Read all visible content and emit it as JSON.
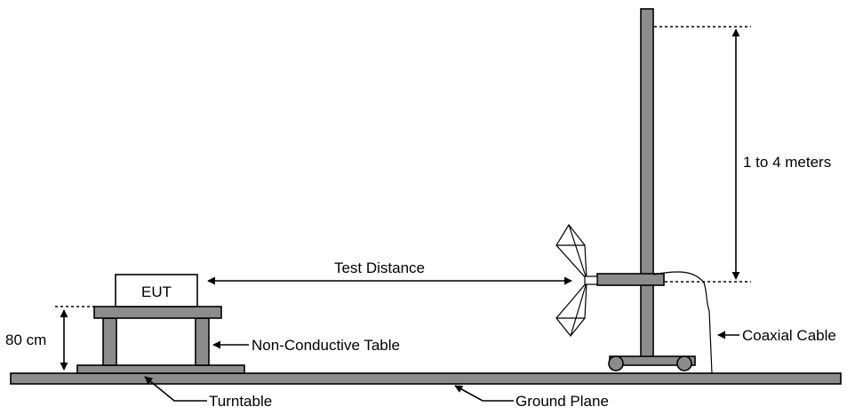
{
  "labels": {
    "eut": "EUT",
    "test_distance": "Test Distance",
    "height_range": "1 to 4 meters",
    "table_height": "80 cm",
    "table": "Non-Conductive Table",
    "cable": "Coaxial Cable",
    "turntable": "Turntable",
    "ground_plane": "Ground Plane"
  }
}
